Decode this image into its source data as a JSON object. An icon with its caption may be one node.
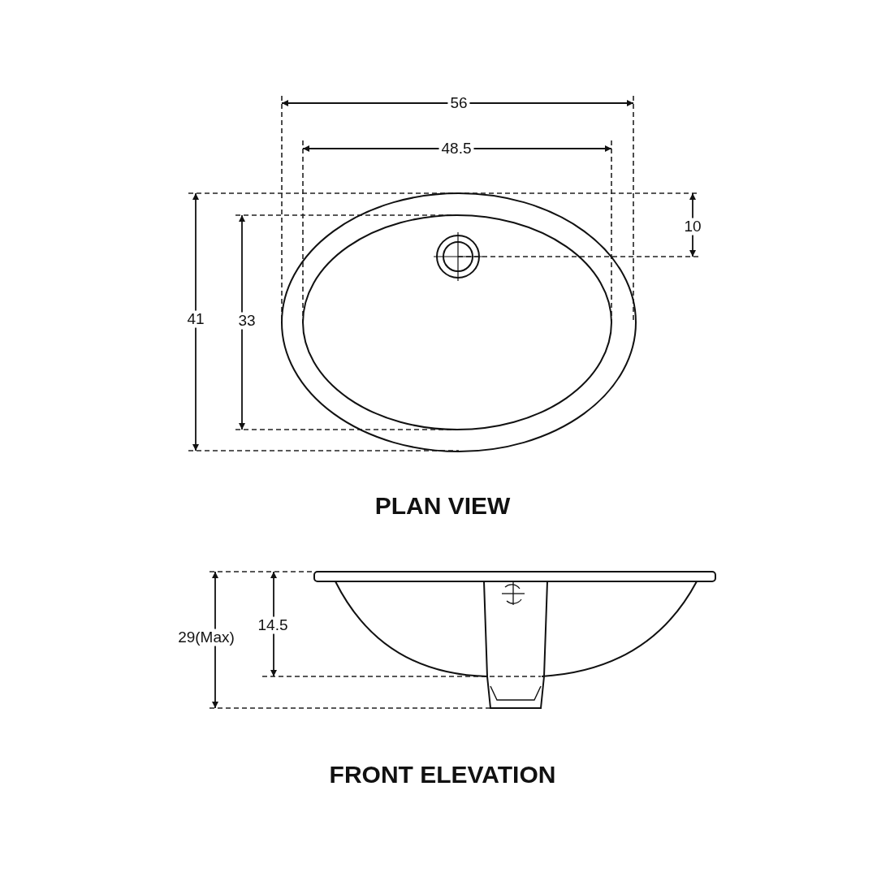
{
  "diagram": {
    "labels": [
      "56",
      "48.5",
      "10",
      "41",
      "33",
      "PLAN VIEW",
      "29(Max)",
      "14.5",
      "FRONT ELEVATION"
    ]
  }
}
